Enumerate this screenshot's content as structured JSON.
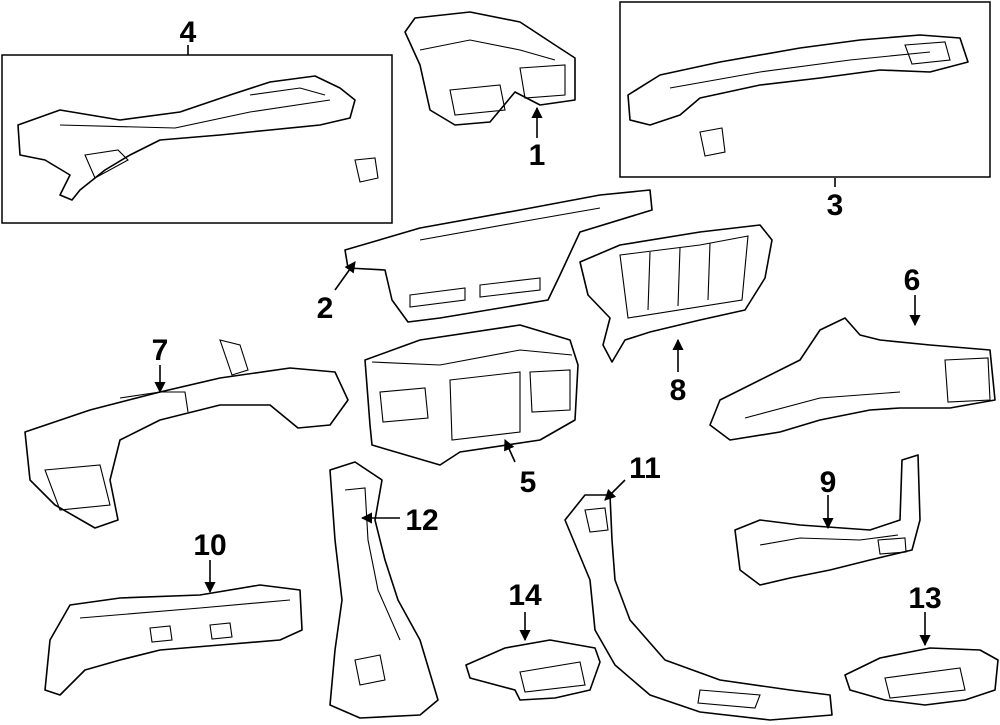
{
  "callouts": [
    {
      "id": "1",
      "label": "1"
    },
    {
      "id": "2",
      "label": "2"
    },
    {
      "id": "3",
      "label": "3"
    },
    {
      "id": "4",
      "label": "4"
    },
    {
      "id": "5",
      "label": "5"
    },
    {
      "id": "6",
      "label": "6"
    },
    {
      "id": "7",
      "label": "7"
    },
    {
      "id": "8",
      "label": "8"
    },
    {
      "id": "9",
      "label": "9"
    },
    {
      "id": "10",
      "label": "10"
    },
    {
      "id": "11",
      "label": "11"
    },
    {
      "id": "12",
      "label": "12"
    },
    {
      "id": "13",
      "label": "13"
    },
    {
      "id": "14",
      "label": "14"
    }
  ],
  "colors": {
    "line": "#000000",
    "background": "#ffffff"
  }
}
